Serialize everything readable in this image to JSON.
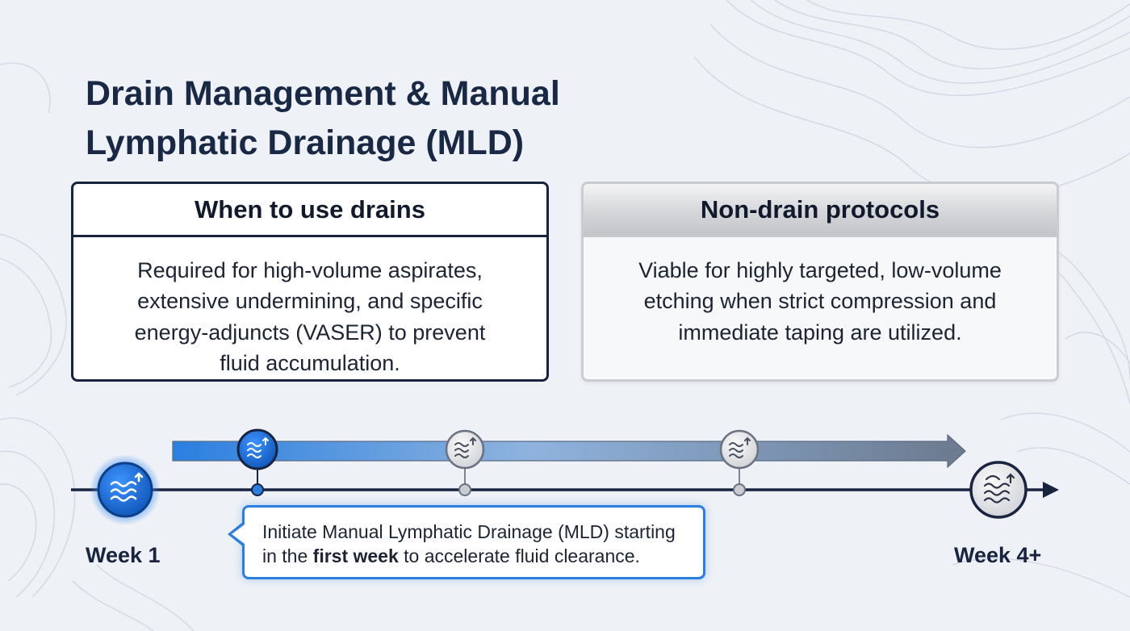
{
  "title": {
    "line1": "Drain Management & Manual",
    "line2": "Lymphatic Drainage (MLD)"
  },
  "cards": [
    {
      "heading": "When to use drains",
      "lines": [
        "Required for high-volume aspirates,",
        "extensive undermining, and specific",
        "energy-adjuncts (VASER) to prevent",
        "fluid accumulation."
      ]
    },
    {
      "heading": "Non-drain protocols",
      "lines": [
        "Viable for highly targeted, low-volume",
        "etching when strict compression and",
        "immediate taping are utilized."
      ]
    }
  ],
  "timeline": {
    "start_label": "Week 1",
    "end_label": "Week 4+",
    "icons": [
      "lymph-flow-icon",
      "lymph-flow-icon",
      "lymph-flow-icon",
      "lymph-flow-icon",
      "lymph-flow-icon"
    ],
    "colors": {
      "accent": "#2a7fe0",
      "line": "#17233f",
      "muted": "#b8bcc3"
    }
  },
  "callout": {
    "text_before": "Initiate Manual Lymphatic Drainage (MLD) starting",
    "text_mid": "in the ",
    "text_bold": "first week",
    "text_after": " to accelerate fluid clearance."
  }
}
